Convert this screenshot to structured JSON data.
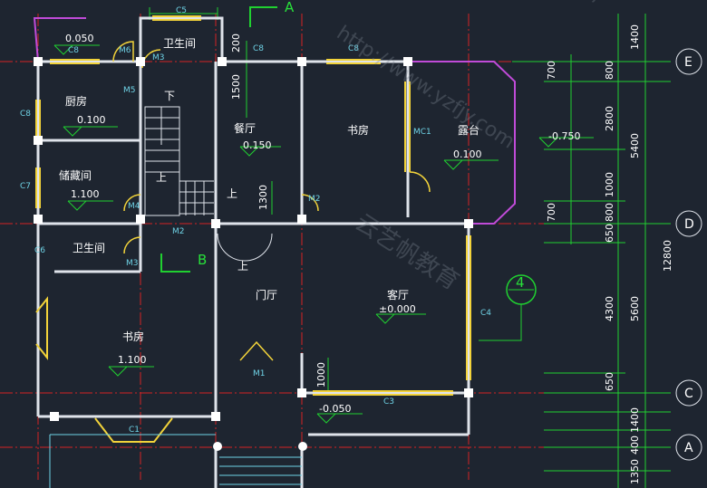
{
  "rooms": {
    "bath_top": "卫生间",
    "kitchen": "厨房",
    "storage": "储藏间",
    "bath_mid": "卫生间",
    "study_left": "书房",
    "dining": "餐厅",
    "study_top": "书房",
    "terrace": "露台",
    "foyer": "门厅",
    "living": "客厅",
    "up1": "上",
    "down": "下",
    "up2": "上",
    "up3": "上"
  },
  "levels": {
    "l1": "0.050",
    "l2": "0.100",
    "l3": "1.100",
    "l4": "1.100",
    "l5": "0.150",
    "l6": "0.100",
    "l7": "-0.750",
    "l8": "±0.000",
    "l9": "-0.050"
  },
  "openings": {
    "c5": "C5",
    "c8a": "C8",
    "m6": "M6",
    "m3a": "M3",
    "c8b": "C8",
    "c8c": "C8",
    "c8d": "C8",
    "m5": "M5",
    "c7": "C7",
    "m4": "M4",
    "m2a": "M2",
    "c6": "C6",
    "m3b": "M3",
    "m2b": "M2",
    "mc1": "MC1",
    "c4": "C4",
    "m1": "M1",
    "c3": "C3",
    "c1": "C1"
  },
  "dims_right": {
    "d1400a": "1400",
    "d700a": "700",
    "d800a": "800",
    "d2800": "2800",
    "d5400": "5400",
    "d1000a": "1000",
    "d700b": "700",
    "d800b": "800",
    "d650a": "650",
    "d4300": "4300",
    "d5600": "5600",
    "d12800": "12800",
    "d650b": "650",
    "d1400b": "1400",
    "d400": "400",
    "d1350": "1350"
  },
  "dims_inner": {
    "d200": "200",
    "d1500": "1500",
    "d1300": "1300",
    "d1000": "1000"
  },
  "axes": {
    "e": "E",
    "d": "D",
    "c": "C",
    "a": "A"
  },
  "markers": {
    "a": "A",
    "b": "B",
    "section": "4"
  },
  "watermark": {
    "w1": "http://www.yzfjy.com",
    "w2": "云艺帆教育",
    "w3": "yzfj"
  }
}
